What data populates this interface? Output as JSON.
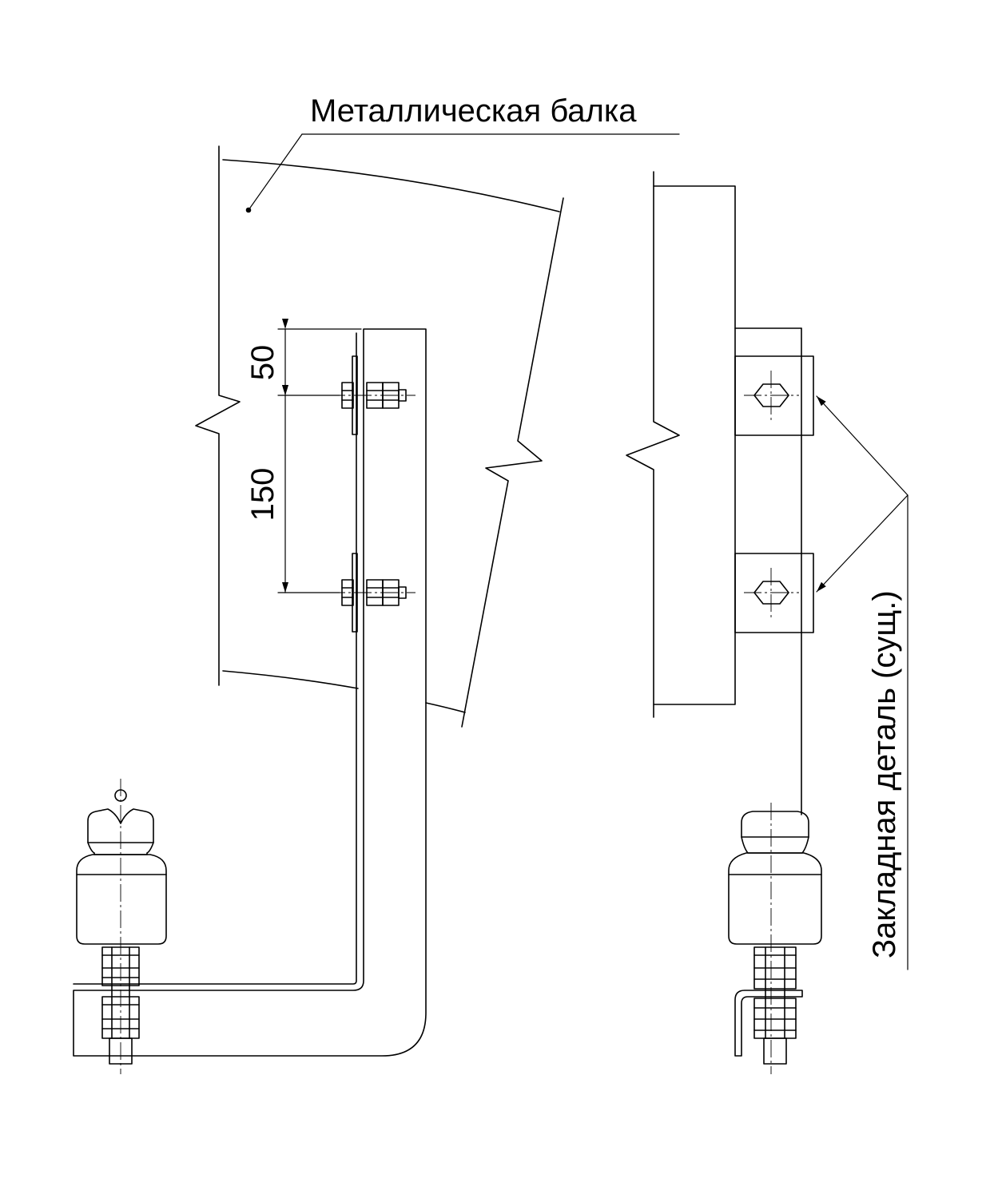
{
  "labels": {
    "beam": "Металлическая балка",
    "embedded_part": "Закладная деталь (сущ.)"
  },
  "dimensions": {
    "top": "50",
    "middle": "150"
  },
  "colors": {
    "line": "#000000",
    "background": "#ffffff"
  }
}
